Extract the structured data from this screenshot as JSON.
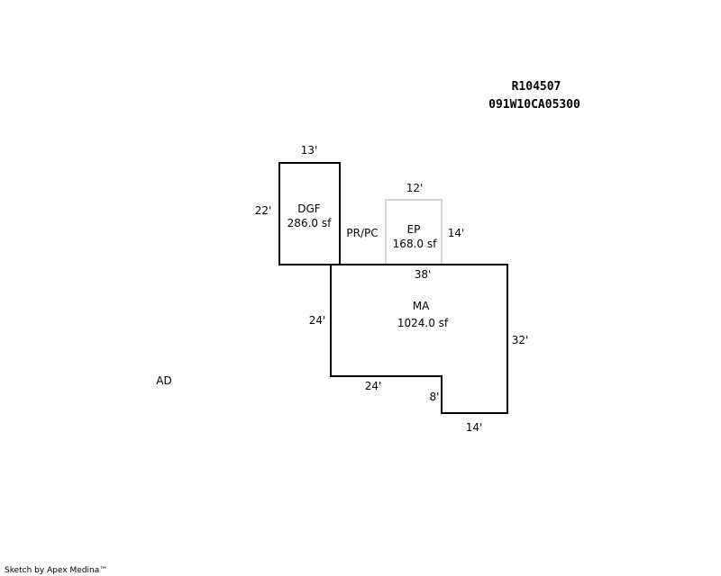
{
  "header": {
    "account": "R104507",
    "map_tax_lot": "091W10CA05300"
  },
  "areas": {
    "dgf": {
      "code": "DGF",
      "area": "286.0 sf",
      "width": "13'",
      "depth": "22'"
    },
    "ep": {
      "code": "EP",
      "area": "168.0 sf",
      "width": "12'",
      "depth": "14'"
    },
    "ma": {
      "code": "MA",
      "area": "1024.0 sf",
      "top": "38'",
      "left": "24'",
      "bottom_left": "24'",
      "notch": "8'",
      "bottom_right": "14'",
      "right": "32'"
    },
    "pr_pc": "PR/PC",
    "ad": "AD"
  },
  "footer": {
    "credit": "Sketch by Apex Medina™"
  },
  "colors": {
    "wall": "#000000",
    "porch_outline": "#c8c8c8"
  }
}
